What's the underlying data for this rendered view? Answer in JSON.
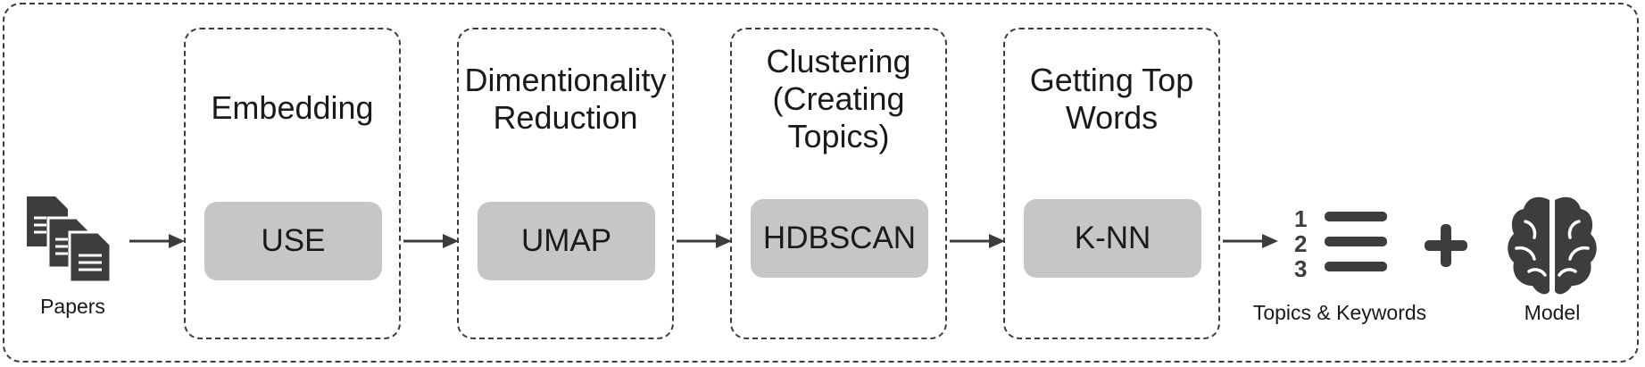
{
  "input": {
    "label": "Papers",
    "icon": "documents-icon"
  },
  "stages": [
    {
      "title": "Embedding",
      "method": "USE"
    },
    {
      "title": "Dimentionality\nReduction",
      "method": "UMAP"
    },
    {
      "title": "Clustering\n(Creating\nTopics)",
      "method": "HDBSCAN"
    },
    {
      "title": "Getting Top\nWords",
      "method": "K-NN"
    }
  ],
  "outputs": [
    {
      "label": "Topics & Keywords",
      "icon": "numbered-list-icon"
    },
    {
      "label": "Model",
      "icon": "brain-icon"
    }
  ],
  "plus_icon": "plus-icon",
  "colors": {
    "stroke": "#3c3c3c",
    "method_fill": "#c6c6c6",
    "icon": "#3d3d3d"
  }
}
